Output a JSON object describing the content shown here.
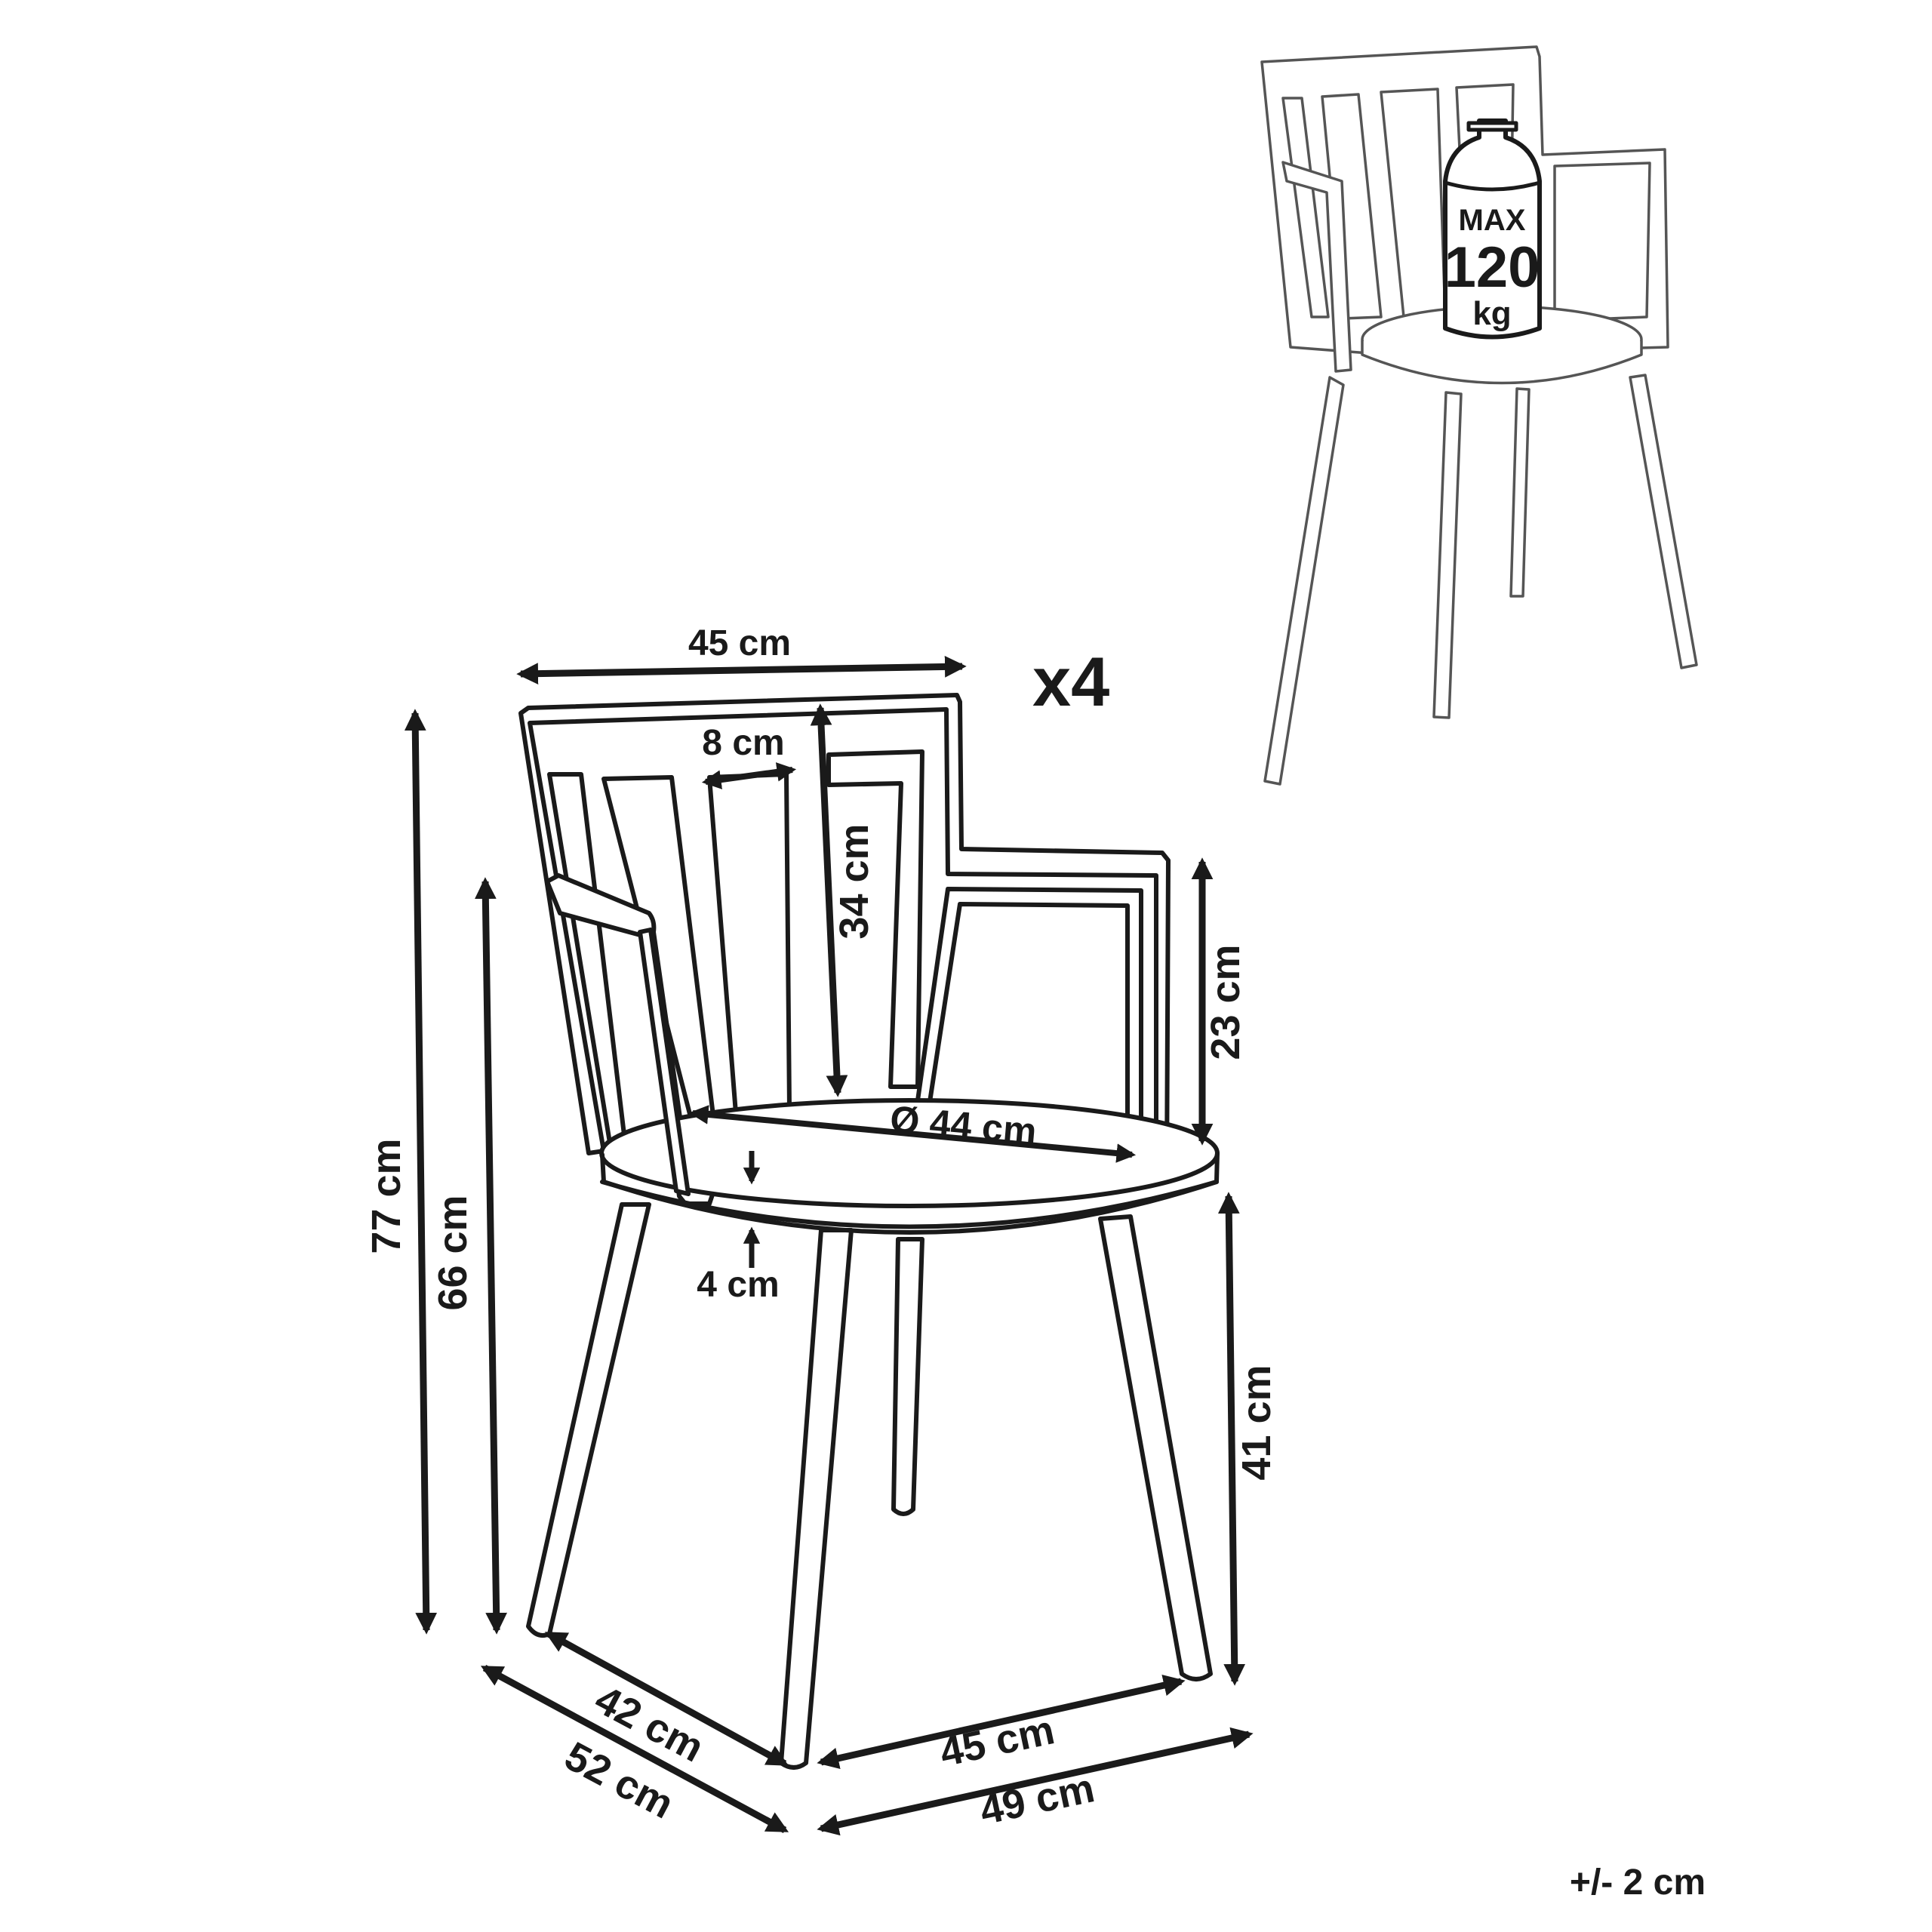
{
  "multiplier": "x4",
  "tolerance": "+/- 2 cm",
  "max_load": {
    "line1": "MAX",
    "line2": "120",
    "line3": "kg"
  },
  "dimensions": {
    "back_width": "45 cm",
    "slat_width": "8 cm",
    "back_height": "34 cm",
    "arm_height": "23 cm",
    "seat_diameter": "Ø 44 cm",
    "seat_thickness": "4 cm",
    "total_height": "77 cm",
    "arm_top_height": "66 cm",
    "seat_height": "41 cm",
    "depth_inner": "42 cm",
    "depth_outer": "52 cm",
    "width_inner": "45 cm",
    "width_outer": "49 cm"
  },
  "colors": {
    "ink": "#1a1a1a",
    "ghost": "#555555",
    "background": "#ffffff"
  }
}
